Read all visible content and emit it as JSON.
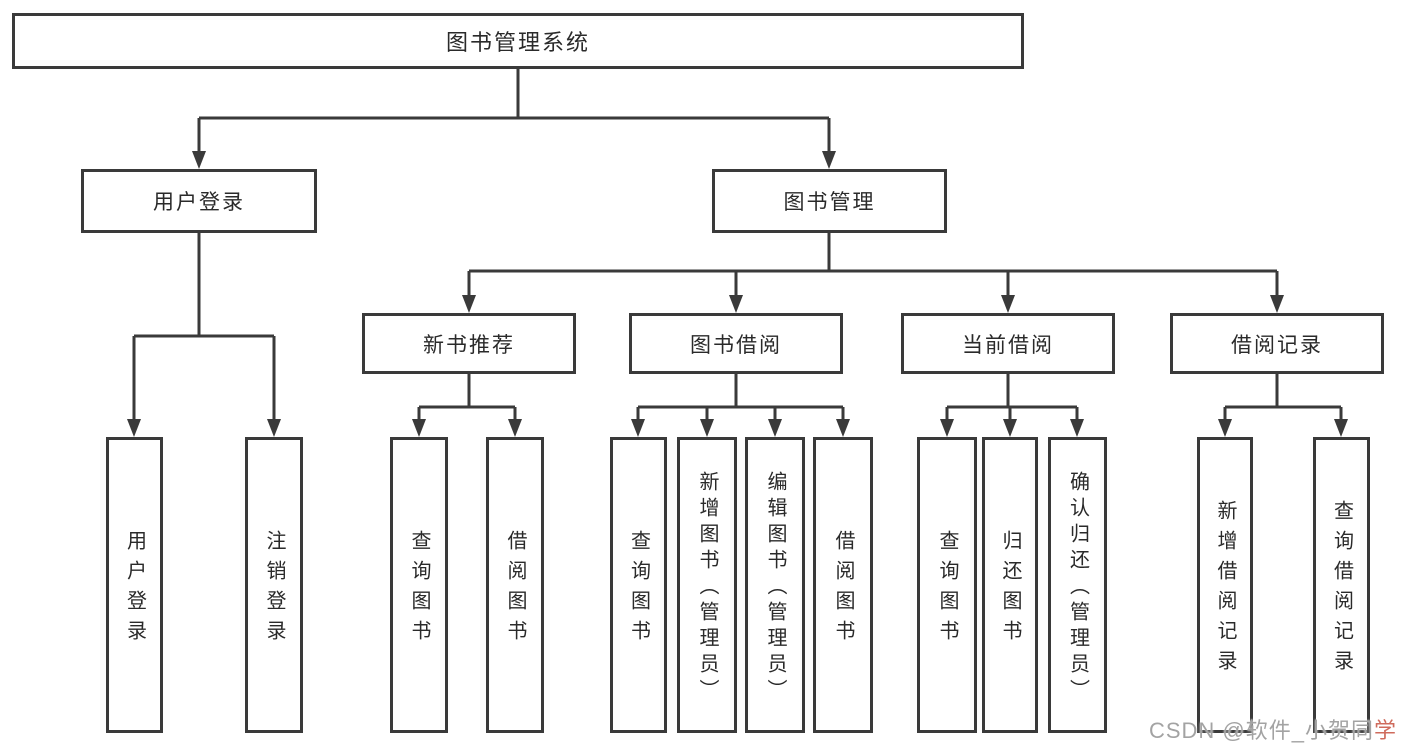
{
  "root": {
    "label": "图书管理系统"
  },
  "branches": [
    {
      "label": "用户登录",
      "children": [
        {
          "label": "用户登录"
        },
        {
          "label": "注销登录"
        }
      ]
    },
    {
      "label": "图书管理",
      "groups": [
        {
          "label": "新书推荐",
          "children": [
            {
              "label": "查询图书"
            },
            {
              "label": "借阅图书"
            }
          ]
        },
        {
          "label": "图书借阅",
          "children": [
            {
              "label": "查询图书"
            },
            {
              "label": "新增图书（管理员）"
            },
            {
              "label": "编辑图书（管理员）"
            },
            {
              "label": "借阅图书"
            }
          ]
        },
        {
          "label": "当前借阅",
          "children": [
            {
              "label": "查询图书"
            },
            {
              "label": "归还图书"
            },
            {
              "label": "确认归还（管理员）"
            }
          ]
        },
        {
          "label": "借阅记录",
          "children": [
            {
              "label": "新增借阅记录"
            },
            {
              "label": "查询借阅记录"
            }
          ]
        }
      ]
    }
  ],
  "watermark": {
    "text_main": "CSDN @软件_小贺同",
    "text_accent": "学"
  },
  "colors": {
    "line": "#3a3a3a",
    "text": "#2a2a2a",
    "watermark": "#a3a3a3",
    "watermark_accent": "#cf6b5c"
  }
}
